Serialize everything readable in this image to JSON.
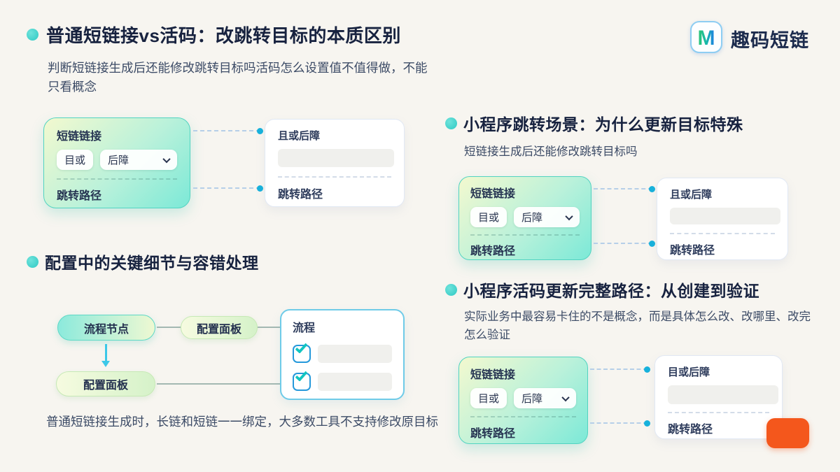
{
  "logo": {
    "brand": "趣码短链",
    "m": "M"
  },
  "sections": {
    "s1": {
      "title": "普通短链接vs活码：改跳转目标的本质区别",
      "subtitle": "判断短链接生成后还能修改跳转目标吗活码怎么设置值不值得做，不能只看概念"
    },
    "s2": {
      "title": "小程序跳转场景：为什么更新目标特殊",
      "subtitle": "短链接生成后还能修改跳转目标吗"
    },
    "s3": {
      "title": "配置中的关键细节与容错处理",
      "caption": "普通短链接生成时，长链和短链一一绑定，大多数工具不支持修改原目标"
    },
    "s4": {
      "title": "小程序活码更新完整路径：从创建到验证",
      "subtitle": "实际业务中最容易卡住的不是概念，而是具体怎么改、改哪里、改完怎么验证"
    }
  },
  "cards": {
    "green": {
      "label": "短链链接",
      "field1": "目或",
      "field2": "后障",
      "path": "跳转路径"
    },
    "white1": {
      "label": "且或后障",
      "path": "跳转路径"
    },
    "white2": {
      "label": "且或后障",
      "path": "跳转路径"
    },
    "white4": {
      "label": "目或后障",
      "path": "跳转路径"
    }
  },
  "flow": {
    "node1": "流程节点",
    "node2": "配置面板",
    "node3": "配置面板",
    "panel_label": "流程"
  },
  "icons": {
    "chevron_down": "chevron-down",
    "check": "check",
    "logo_m": "M-logo"
  },
  "colors": {
    "background": "#f7f5f0",
    "accent_teal": "#2fc9c4",
    "card_border_teal": "#52d3c1",
    "connector_dot": "#17b2dc",
    "checkbox_blue": "#2599db",
    "tick_teal": "#12c5c0",
    "brand_navy": "#1c2b4d",
    "orange": "#f4571c"
  }
}
